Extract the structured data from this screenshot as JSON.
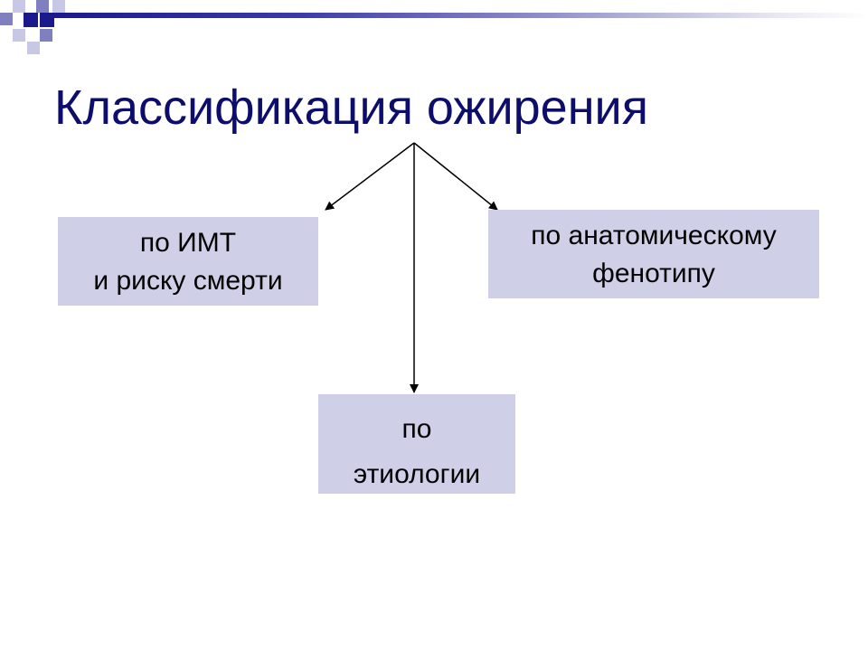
{
  "colors": {
    "title": "#0d0d6b",
    "box_fill": "#cfcfe8",
    "deco_dark": "#1a1a8c",
    "deco_mid": "#8080c0",
    "deco_light": "#c8c8e6",
    "arrow": "#000000"
  },
  "title": "Классификация ожирения",
  "boxes": {
    "bmi": {
      "line1": "по ИМТ",
      "line2": "и риску смерти"
    },
    "phenotype": {
      "line1": "по анатомическому",
      "line2": "фенотипу"
    },
    "etiology": {
      "line1": "по",
      "line2": "этиологии"
    }
  }
}
